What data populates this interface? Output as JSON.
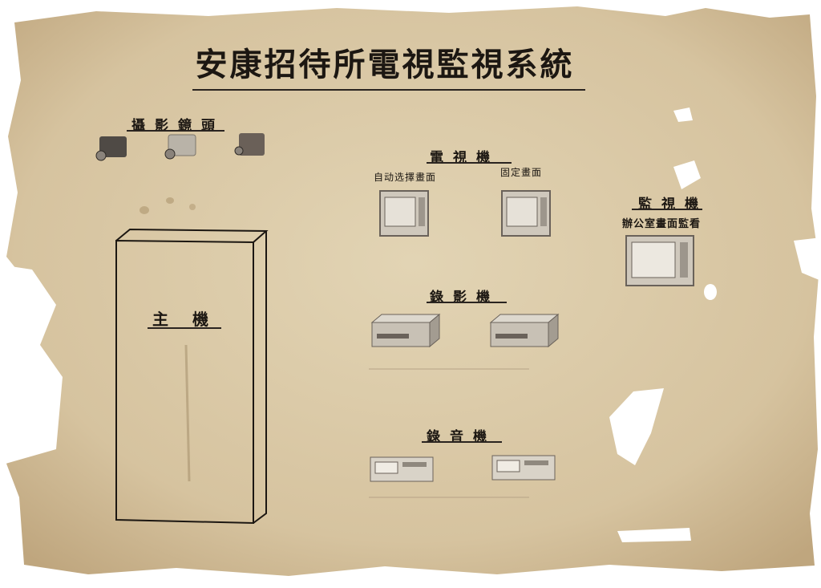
{
  "title": "安康招待所電視監視系統",
  "sections": {
    "cameras": "攝影鏡頭",
    "tvs": "電視機",
    "monitor": "監視機",
    "host": "主機",
    "vcr": "錄影機",
    "tape": "錄音機"
  },
  "captions": {
    "auto_select": "自动选擇畫面",
    "fixed": "固定畫面",
    "office_view": "辦公室畫面監看"
  },
  "colors": {
    "paper": "#d9c8a6",
    "paper_dark": "#b8a27c",
    "ink": "#1c1712",
    "device": "#6a625a"
  }
}
